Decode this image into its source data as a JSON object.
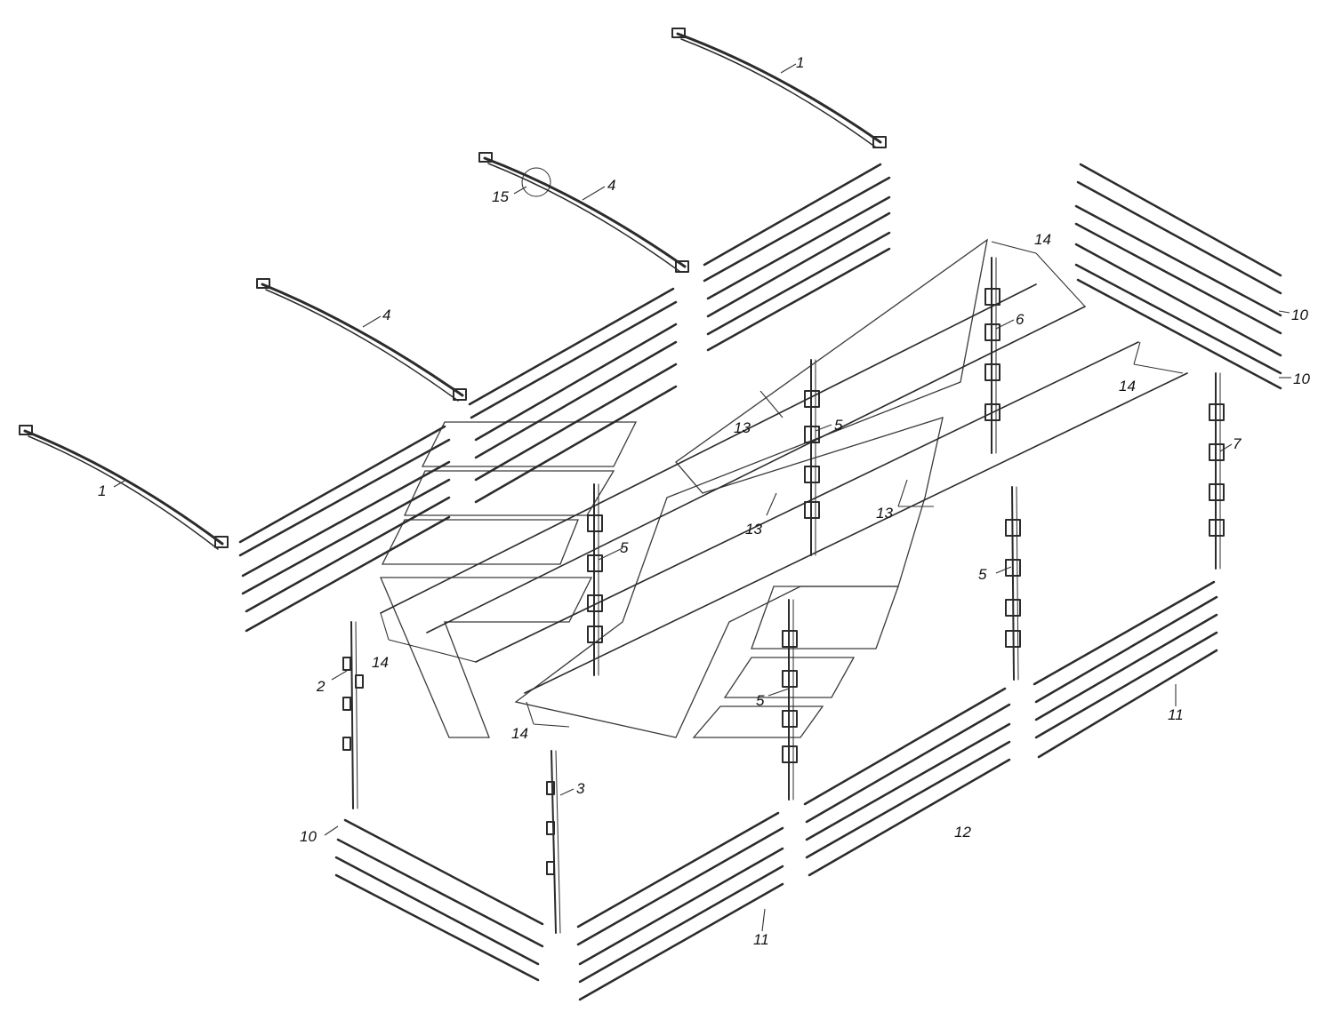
{
  "colors": {
    "ink": "#2b2b2b",
    "background": "#ffffff"
  },
  "callouts": {
    "c1_top": "1",
    "c1_left": "1",
    "c2": "2",
    "c3": "3",
    "c4_upper": "4",
    "c4_lower": "4",
    "c5_a": "5",
    "c5_b": "5",
    "c5_c": "5",
    "c5_d": "5",
    "c6": "6",
    "c7": "7",
    "c10_a": "10",
    "c10_b": "10",
    "c10_c": "10",
    "c11_a": "11",
    "c11_b": "11",
    "c12": "12",
    "c13_a": "13",
    "c13_b": "13",
    "c13_c": "13",
    "c14_a": "14",
    "c14_b": "14",
    "c14_c": "14",
    "c14_d": "14",
    "c15": "15"
  }
}
